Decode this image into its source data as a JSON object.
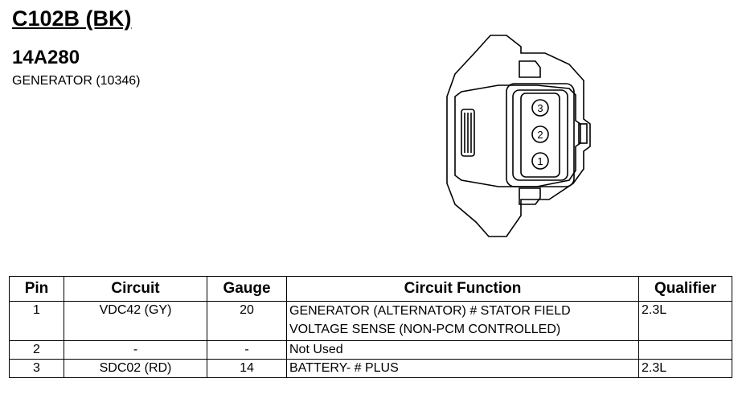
{
  "connector": {
    "title": "C102B (BK)",
    "part_number": "14A280",
    "description": "GENERATOR (10346)",
    "pin_labels": [
      "3",
      "2",
      "1"
    ]
  },
  "table": {
    "headers": [
      "Pin",
      "Circuit",
      "Gauge",
      "Circuit Function",
      "Qualifier"
    ],
    "rows": [
      {
        "pin": "1",
        "circuit": "VDC42 (GY)",
        "gauge": "20",
        "function_line1": "GENERATOR (ALTERNATOR) # STATOR FIELD",
        "function_line2": "VOLTAGE SENSE (NON-PCM CONTROLLED)",
        "qualifier": "2.3L"
      },
      {
        "pin": "2",
        "circuit": "-",
        "gauge": "-",
        "function_line1": "Not Used",
        "qualifier": ""
      },
      {
        "pin": "3",
        "circuit": "SDC02 (RD)",
        "gauge": "14",
        "function_line1": "BATTERY- # PLUS",
        "qualifier": "2.3L"
      }
    ]
  }
}
